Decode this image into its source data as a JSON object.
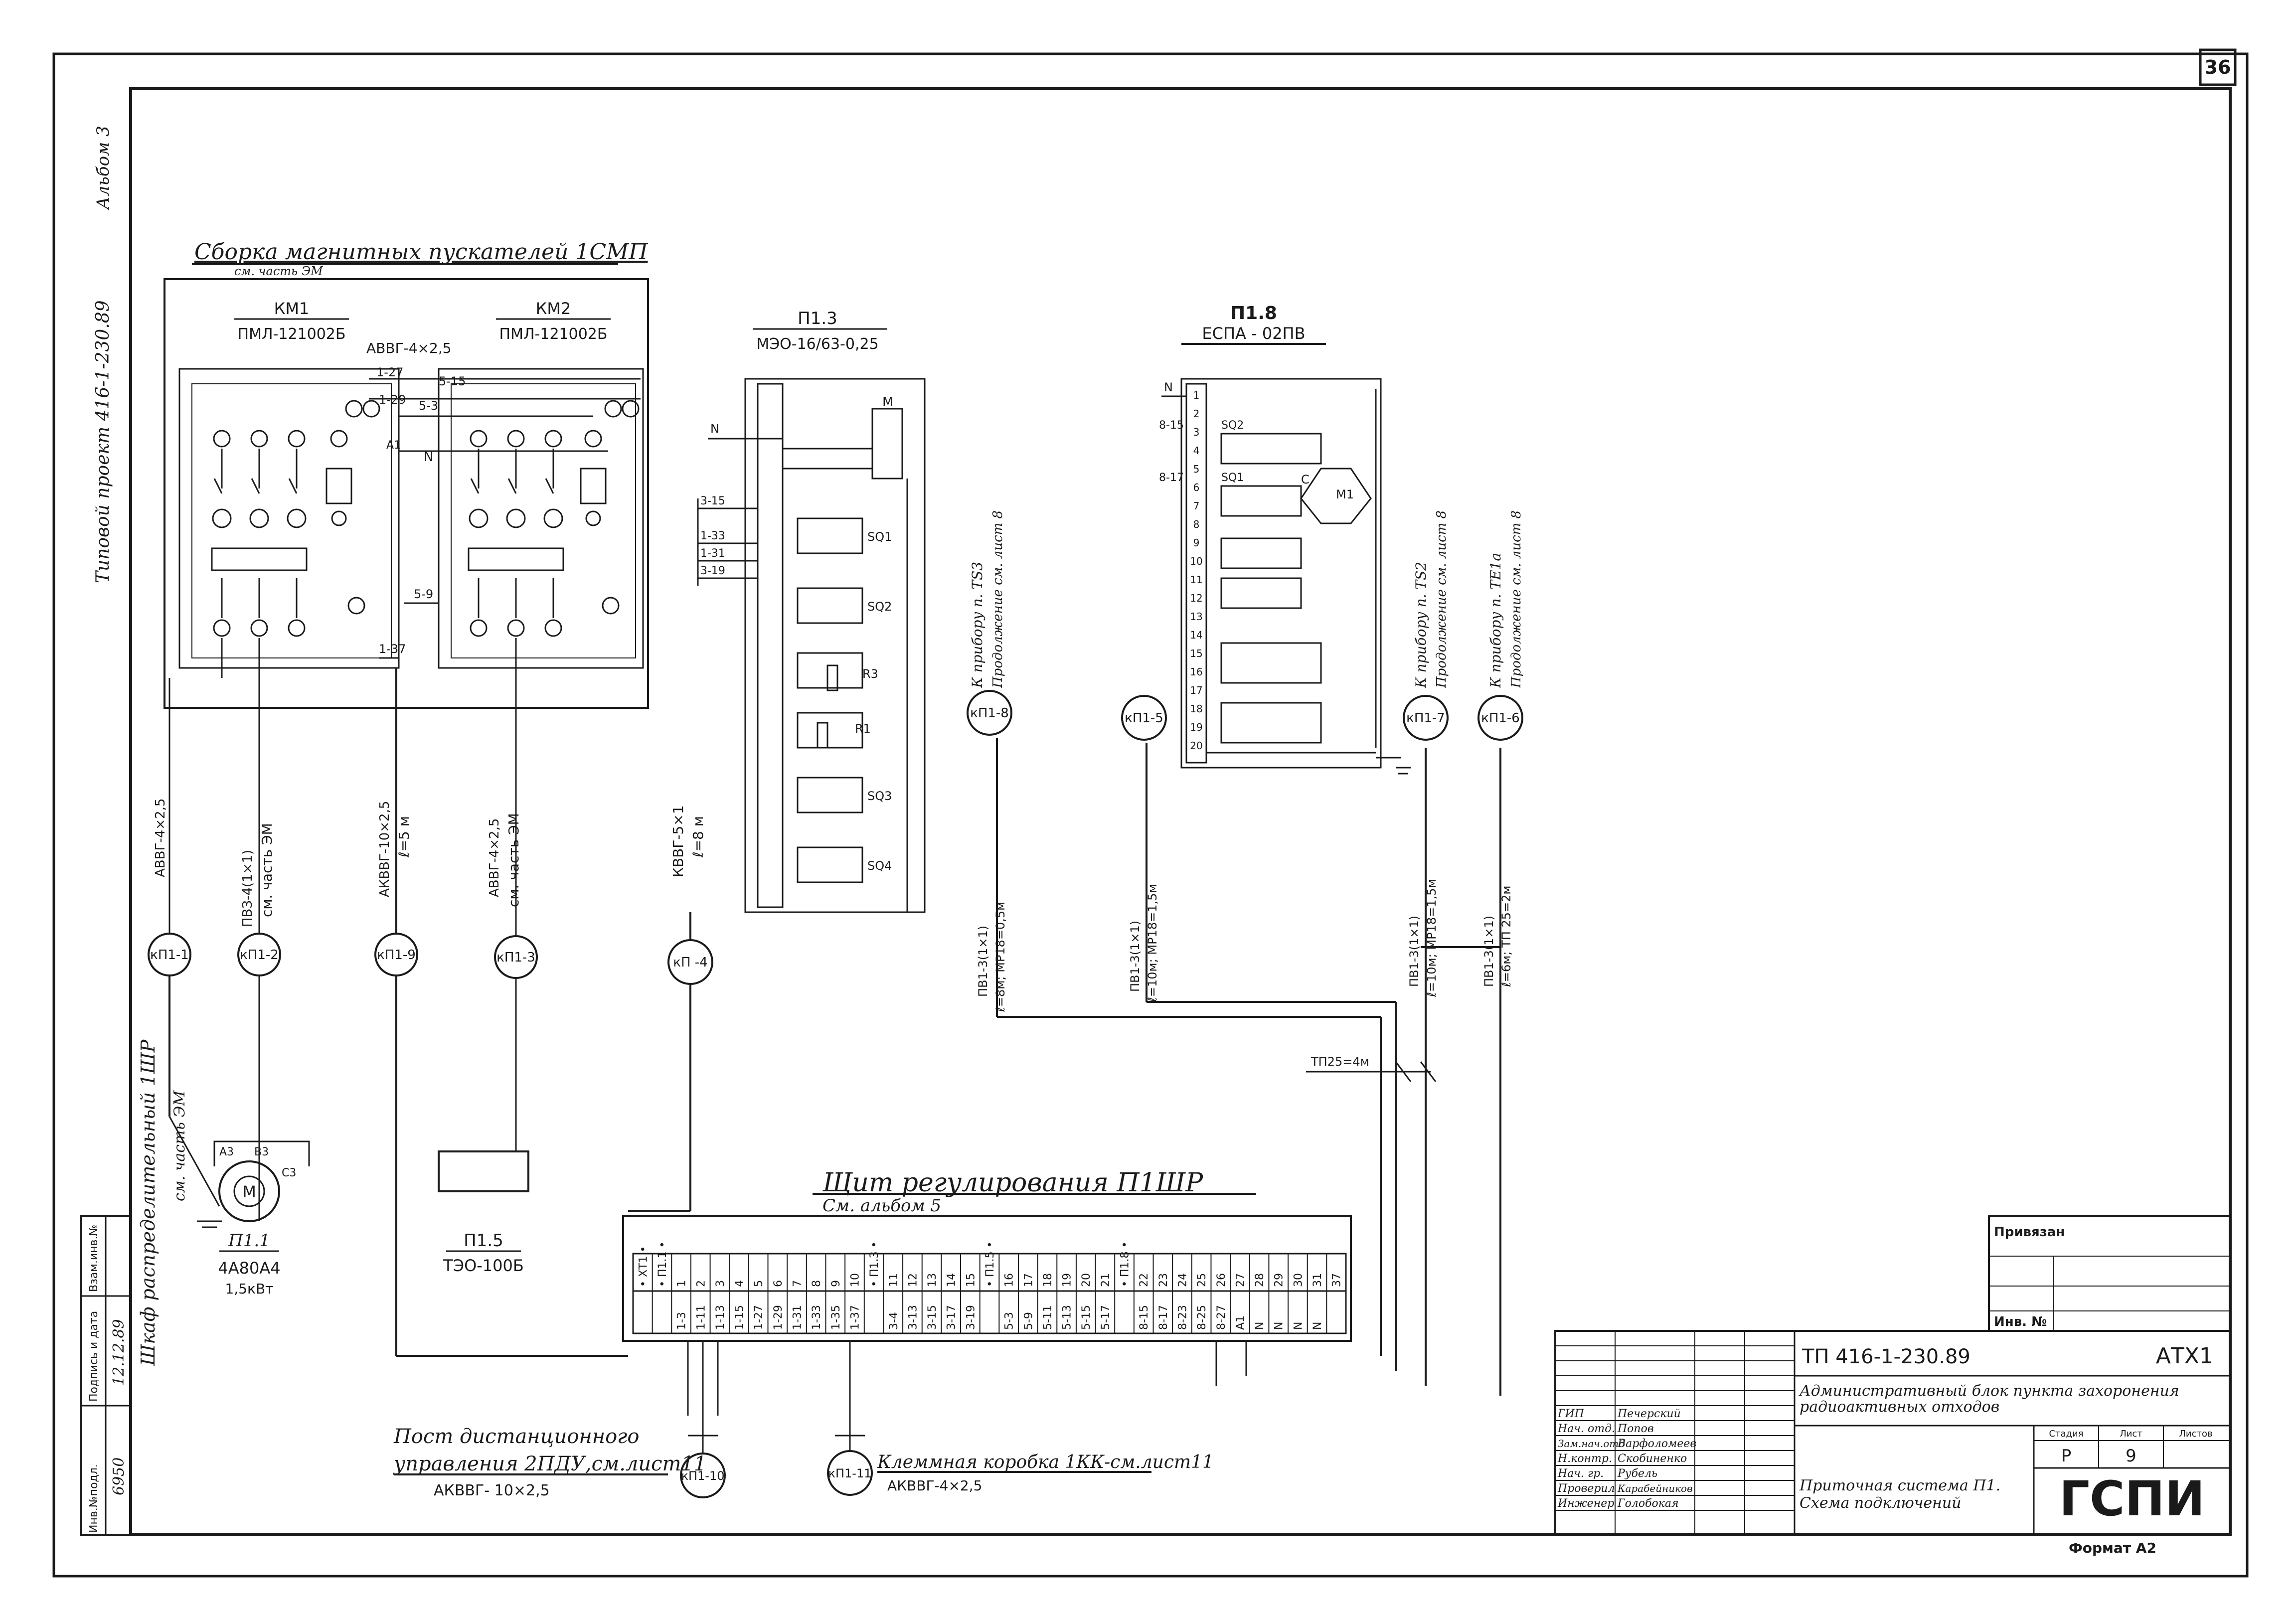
{
  "sheet": {
    "number": "36",
    "album": "Альбом 3",
    "project": "Типовой проект 416-1-230.89",
    "format": "Формат А2"
  },
  "side_stamp": {
    "inv_orig": "Инв.№подл.",
    "sign_date": "Подпись и дата",
    "vzam": "Взам.инв.№",
    "inv_value": "6950",
    "date_value": "12.12.89"
  },
  "header_assembly": {
    "title": "Сборка магнитных пускателей  1СМП",
    "note": "см. часть ЭМ",
    "km1_name": "КМ1",
    "km1_type": "ПМЛ-121002Б",
    "km2_name": "КМ2",
    "km2_type": "ПМЛ-121002Б",
    "cable_top": "АВВГ-4×2,5"
  },
  "wire_labels": {
    "w127": "1-27",
    "w129": "1-29",
    "w515": "5-15",
    "w53": "5-3",
    "w59": "5-9",
    "w137": "1-37",
    "n": "N",
    "a1": "А1",
    "t315": "3-15",
    "t133": "1-33",
    "t131": "1-31",
    "t319": "3-19",
    "e815": "8-15",
    "e817": "8-17"
  },
  "device_p13": {
    "name": "П1.3",
    "type": "МЭО-16/63-0,25",
    "sq1": "SQ1",
    "sq2": "SQ2",
    "sq3": "SQ3",
    "sq4": "SQ4",
    "r3": "R3",
    "r1": "R1",
    "m": "М"
  },
  "device_p18": {
    "name": "П1.8",
    "type": "ЕСПА - 02ПВ",
    "sq2": "SQ2",
    "sq1": "SQ1",
    "c": "С",
    "m1": "М1",
    "n": "N"
  },
  "p18_terminals": [
    "1",
    "2",
    "3",
    "4",
    "5",
    "6",
    "7",
    "8",
    "9",
    "10",
    "11",
    "12",
    "13",
    "14",
    "15",
    "16",
    "17",
    "18",
    "19",
    "20"
  ],
  "cables": {
    "c1": "АВВГ-4×2,5",
    "c2a": "ПВЗ-4(1×1)",
    "c2b": "см. часть ЭМ",
    "c9a": "АКВВГ-10×2,5",
    "c9b": "ℓ=5 м",
    "c3a": "АВВГ-4×2,5",
    "c3b": "см. часть ЭМ",
    "c4a": "КВВГ-5×1",
    "c4b": "ℓ=8 м",
    "c8a": "ПВ1-3(1×1)",
    "c8b": "ℓ=8м; МР18=0,5м",
    "c5a": "ПВ1-3(1×1)",
    "c5b": "ℓ=10м; МР18=1,5м",
    "c7a": "ПВ1-3(1×1)",
    "c7b": "ℓ=10м; МР18=1,5м",
    "c6a": "ПВ1-3(1×1)",
    "c6b": "ℓ=6м; ТП 25=2м",
    "tp25": "ТП25=4м"
  },
  "instrument_notes": {
    "ts3a": "К прибору п. TS3",
    "ts3b": "Продолжение см. лист 8",
    "ts2a": "К прибору п. TS2",
    "ts2b": "Продолжение см. лист 8",
    "te1a": "К прибору п. ТЕ1а",
    "te1b": "Продолжение см. лист 8"
  },
  "circles": {
    "kp1_1": "кП1-1",
    "kp1_2": "кП1-2",
    "kp1_9": "кП1-9",
    "kp1_3": "кП1-3",
    "kp_4": "кП -4",
    "kp1_8": "кП1-8",
    "kp1_5": "кП1-5",
    "kp1_7": "кП1-7",
    "kp1_6": "кП1-6",
    "kp1_10": "кП1-10",
    "kp1_11": "кП1-11"
  },
  "cabinet": {
    "vertical1": "Шкаф распределительный  1ШР",
    "vertical2": "см. часть ЭМ"
  },
  "motor": {
    "name": "П1.1",
    "type": "4А80А4",
    "power": "1,5кВт",
    "m": "М",
    "a3": "А3",
    "b3": "В3",
    "c3": "С3"
  },
  "device_p15": {
    "name": "П1.5",
    "type": "ТЭО-100Б"
  },
  "panel": {
    "title": "Щит регулирования  П1ШР",
    "note": "См. альбом 5",
    "top_row": [
      "• ХТ1 •",
      "• П1.1 •",
      "1",
      "2",
      "3",
      "4",
      "5",
      "6",
      "7",
      "8",
      "9",
      "10",
      "• П1.3 •",
      "11",
      "12",
      "13",
      "14",
      "15",
      "• П1.5 •",
      "16",
      "17",
      "18",
      "19",
      "20",
      "21",
      "• П1.8 •",
      "22",
      "23",
      "24",
      "25",
      "26",
      "27",
      "28",
      "29",
      "30",
      "31",
      "37"
    ],
    "bottom_row": [
      "",
      "",
      "1-3",
      "1-11",
      "1-13",
      "1-15",
      "1-27",
      "1-29",
      "1-31",
      "1-33",
      "1-35",
      "1-37",
      "",
      "3-4",
      "3-13",
      "3-15",
      "3-17",
      "3-19",
      "",
      "5-3",
      "5-9",
      "5-11",
      "5-13",
      "5-15",
      "5-17",
      "",
      "8-15",
      "8-17",
      "8-23",
      "8-25",
      "8-27",
      "А1",
      "N",
      "N",
      "N",
      "N",
      ""
    ]
  },
  "remote_post": {
    "line1": "Пост дистанционного",
    "line2": "управления   2ПДУ,см.лист11",
    "cable": "АКВВГ- 10×2,5"
  },
  "junction_box": {
    "label": "Клеммная коробка 1КК-см.лист11",
    "cable": "АКВВГ-4×2,5"
  },
  "title_block": {
    "privyazan": "Привязан",
    "inv": "Инв. №",
    "code": "ТП 416-1-230.89",
    "mark": "АТХ1",
    "building1": "Административный блок пункта захоронения",
    "building2": "радиоактивных отходов",
    "sheet_title1": "Приточная система П1.",
    "sheet_title2": "Схема подключений",
    "stage_h": "Стадия",
    "list_h": "Лист",
    "lists_h": "Листов",
    "stage": "Р",
    "list": "9",
    "org": "ГСПИ",
    "roles": [
      "ГИП",
      "Нач. отд.",
      "Зам.нач.отд",
      "Н.контр.",
      "Нач. гр.",
      "Проверил",
      "Инженер"
    ],
    "names": [
      "Печерский",
      "Попов",
      "Варфоломеев",
      "Скобиненко",
      "Рубель",
      "Карабейников",
      "Голобокая"
    ]
  }
}
